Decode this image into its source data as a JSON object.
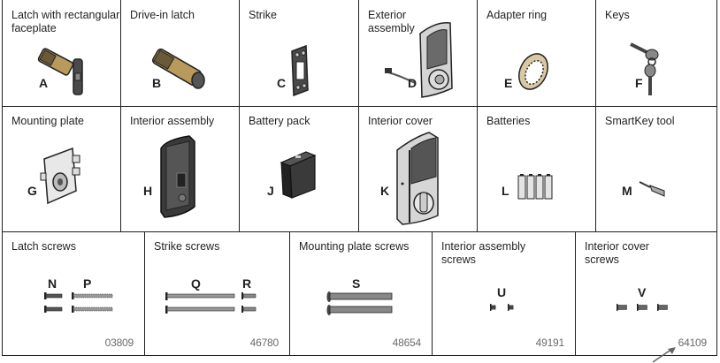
{
  "document": {
    "type": "parts-list",
    "rows": [
      {
        "items": [
          {
            "title": "Latch with rectangular faceplate",
            "letter": "A",
            "icon": "latch-rectangular-icon"
          },
          {
            "title": "Drive-in latch",
            "letter": "B",
            "icon": "drive-in-latch-icon"
          },
          {
            "title": "Strike",
            "letter": "C",
            "icon": "strike-plate-icon"
          },
          {
            "title": "Exterior assembly",
            "letter": "D",
            "icon": "exterior-assembly-icon"
          },
          {
            "title": "Adapter ring",
            "letter": "E",
            "icon": "adapter-ring-icon"
          },
          {
            "title": "Keys",
            "letter": "F",
            "icon": "keys-icon"
          }
        ]
      },
      {
        "items": [
          {
            "title": "Mounting plate",
            "letter": "G",
            "icon": "mounting-plate-icon"
          },
          {
            "title": "Interior assembly",
            "letter": "H",
            "icon": "interior-assembly-icon"
          },
          {
            "title": "Battery pack",
            "letter": "J",
            "icon": "battery-pack-icon"
          },
          {
            "title": "Interior cover",
            "letter": "K",
            "icon": "interior-cover-icon"
          },
          {
            "title": "Batteries",
            "letter": "L",
            "icon": "batteries-icon"
          },
          {
            "title": "SmartKey tool",
            "letter": "M",
            "icon": "smartkey-tool-icon"
          }
        ]
      },
      {
        "items": [
          {
            "title": "Latch screws",
            "letters": [
              "N",
              "P"
            ],
            "code": "03809",
            "icon": "latch-screws-icon"
          },
          {
            "title": "Strike screws",
            "letters": [
              "Q",
              "R"
            ],
            "code": "46780",
            "icon": "strike-screws-icon"
          },
          {
            "title": "Mounting plate screws",
            "letters": [
              "S"
            ],
            "code": "48654",
            "icon": "mounting-plate-screws-icon"
          },
          {
            "title": "Interior assembly screws",
            "letters": [
              "U"
            ],
            "code": "49191",
            "icon": "interior-assembly-screws-icon"
          },
          {
            "title": "Interior cover screws",
            "letters": [
              "V"
            ],
            "code": "64109",
            "icon": "interior-cover-screws-icon"
          }
        ]
      }
    ]
  }
}
